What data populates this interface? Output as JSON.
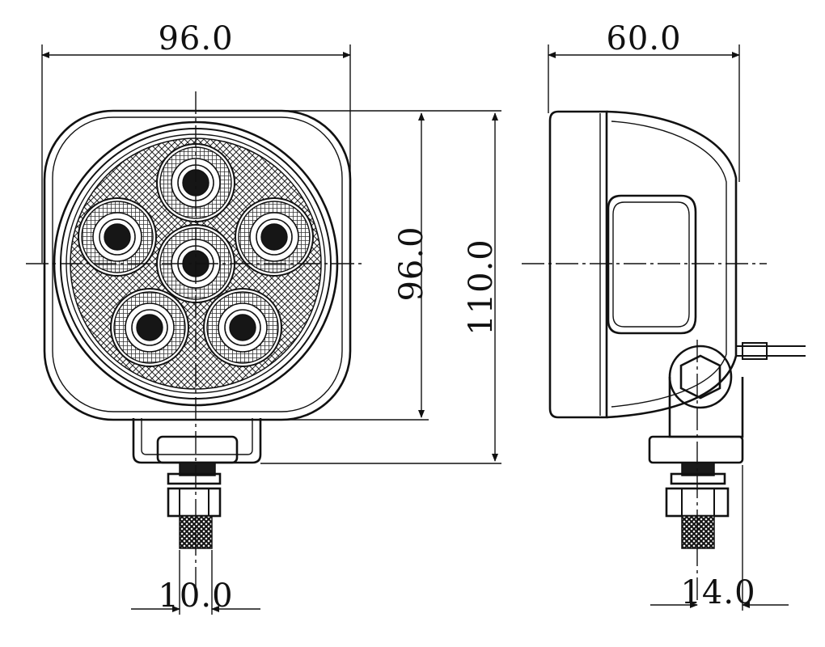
{
  "front_view": {
    "width_dimension": "96.0",
    "lens_diameter_dimension": "96.0",
    "total_height_dimension": "110.0",
    "bolt_diameter_dimension": "10.0",
    "led_count": 6
  },
  "side_view": {
    "depth_dimension": "60.0",
    "bolt_offset_dimension": "14.0"
  }
}
